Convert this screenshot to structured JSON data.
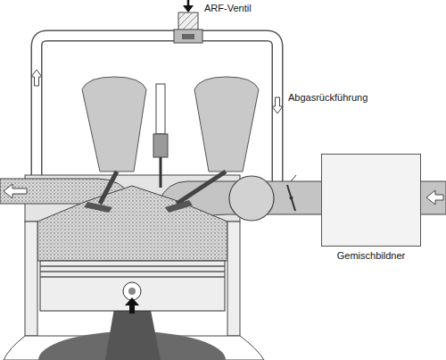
{
  "diagram": {
    "nodes": [
      {
        "text": [
          "Gemischbildner"
        ]
      }
    ],
    "labels": [
      "ARF-Ventil",
      "Abgasrückführung"
    ]
  }
}
